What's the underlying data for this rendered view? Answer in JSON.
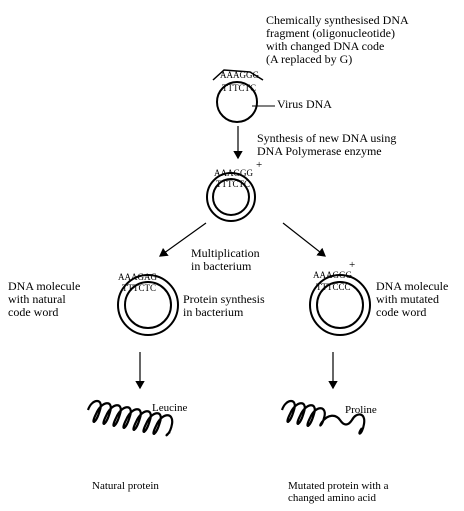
{
  "top_note": {
    "lines": [
      "Chemically synthesised DNA",
      "fragment (oligonucleotide)",
      "with changed DNA code",
      "(A replaced by G)"
    ]
  },
  "virus_dna_label": "Virus DNA",
  "synthesis_note": {
    "lines": [
      "Synthesis of new DNA using",
      "DNA Polymerase enzyme"
    ]
  },
  "multiplication_note": {
    "lines": [
      "Multiplication",
      "in bacterium"
    ]
  },
  "protein_synthesis_note": {
    "lines": [
      "Protein synthesis",
      "in bacterium"
    ]
  },
  "natural": {
    "molecule_lines": [
      "DNA molecule",
      "with natural",
      "code word"
    ],
    "amino_acid": "Leucine",
    "protein_label": "Natural protein",
    "top_bases": "AAAGAG",
    "bottom_bases": "TTTCTC"
  },
  "mutated": {
    "molecule_lines": [
      "DNA molecule",
      "with mutated",
      "code word"
    ],
    "amino_acid": "Proline",
    "protein_label_lines": [
      "Mutated protein with a",
      "changed amino acid"
    ],
    "top_bases": "AAAGGG",
    "bottom_bases": "TTTCCC"
  },
  "virus": {
    "top_bases": "AAAGGG",
    "bottom_bases": "TTTCTC"
  },
  "hybrid": {
    "top_bases": "AAAGGG",
    "bottom_bases": "TTTCTC"
  }
}
